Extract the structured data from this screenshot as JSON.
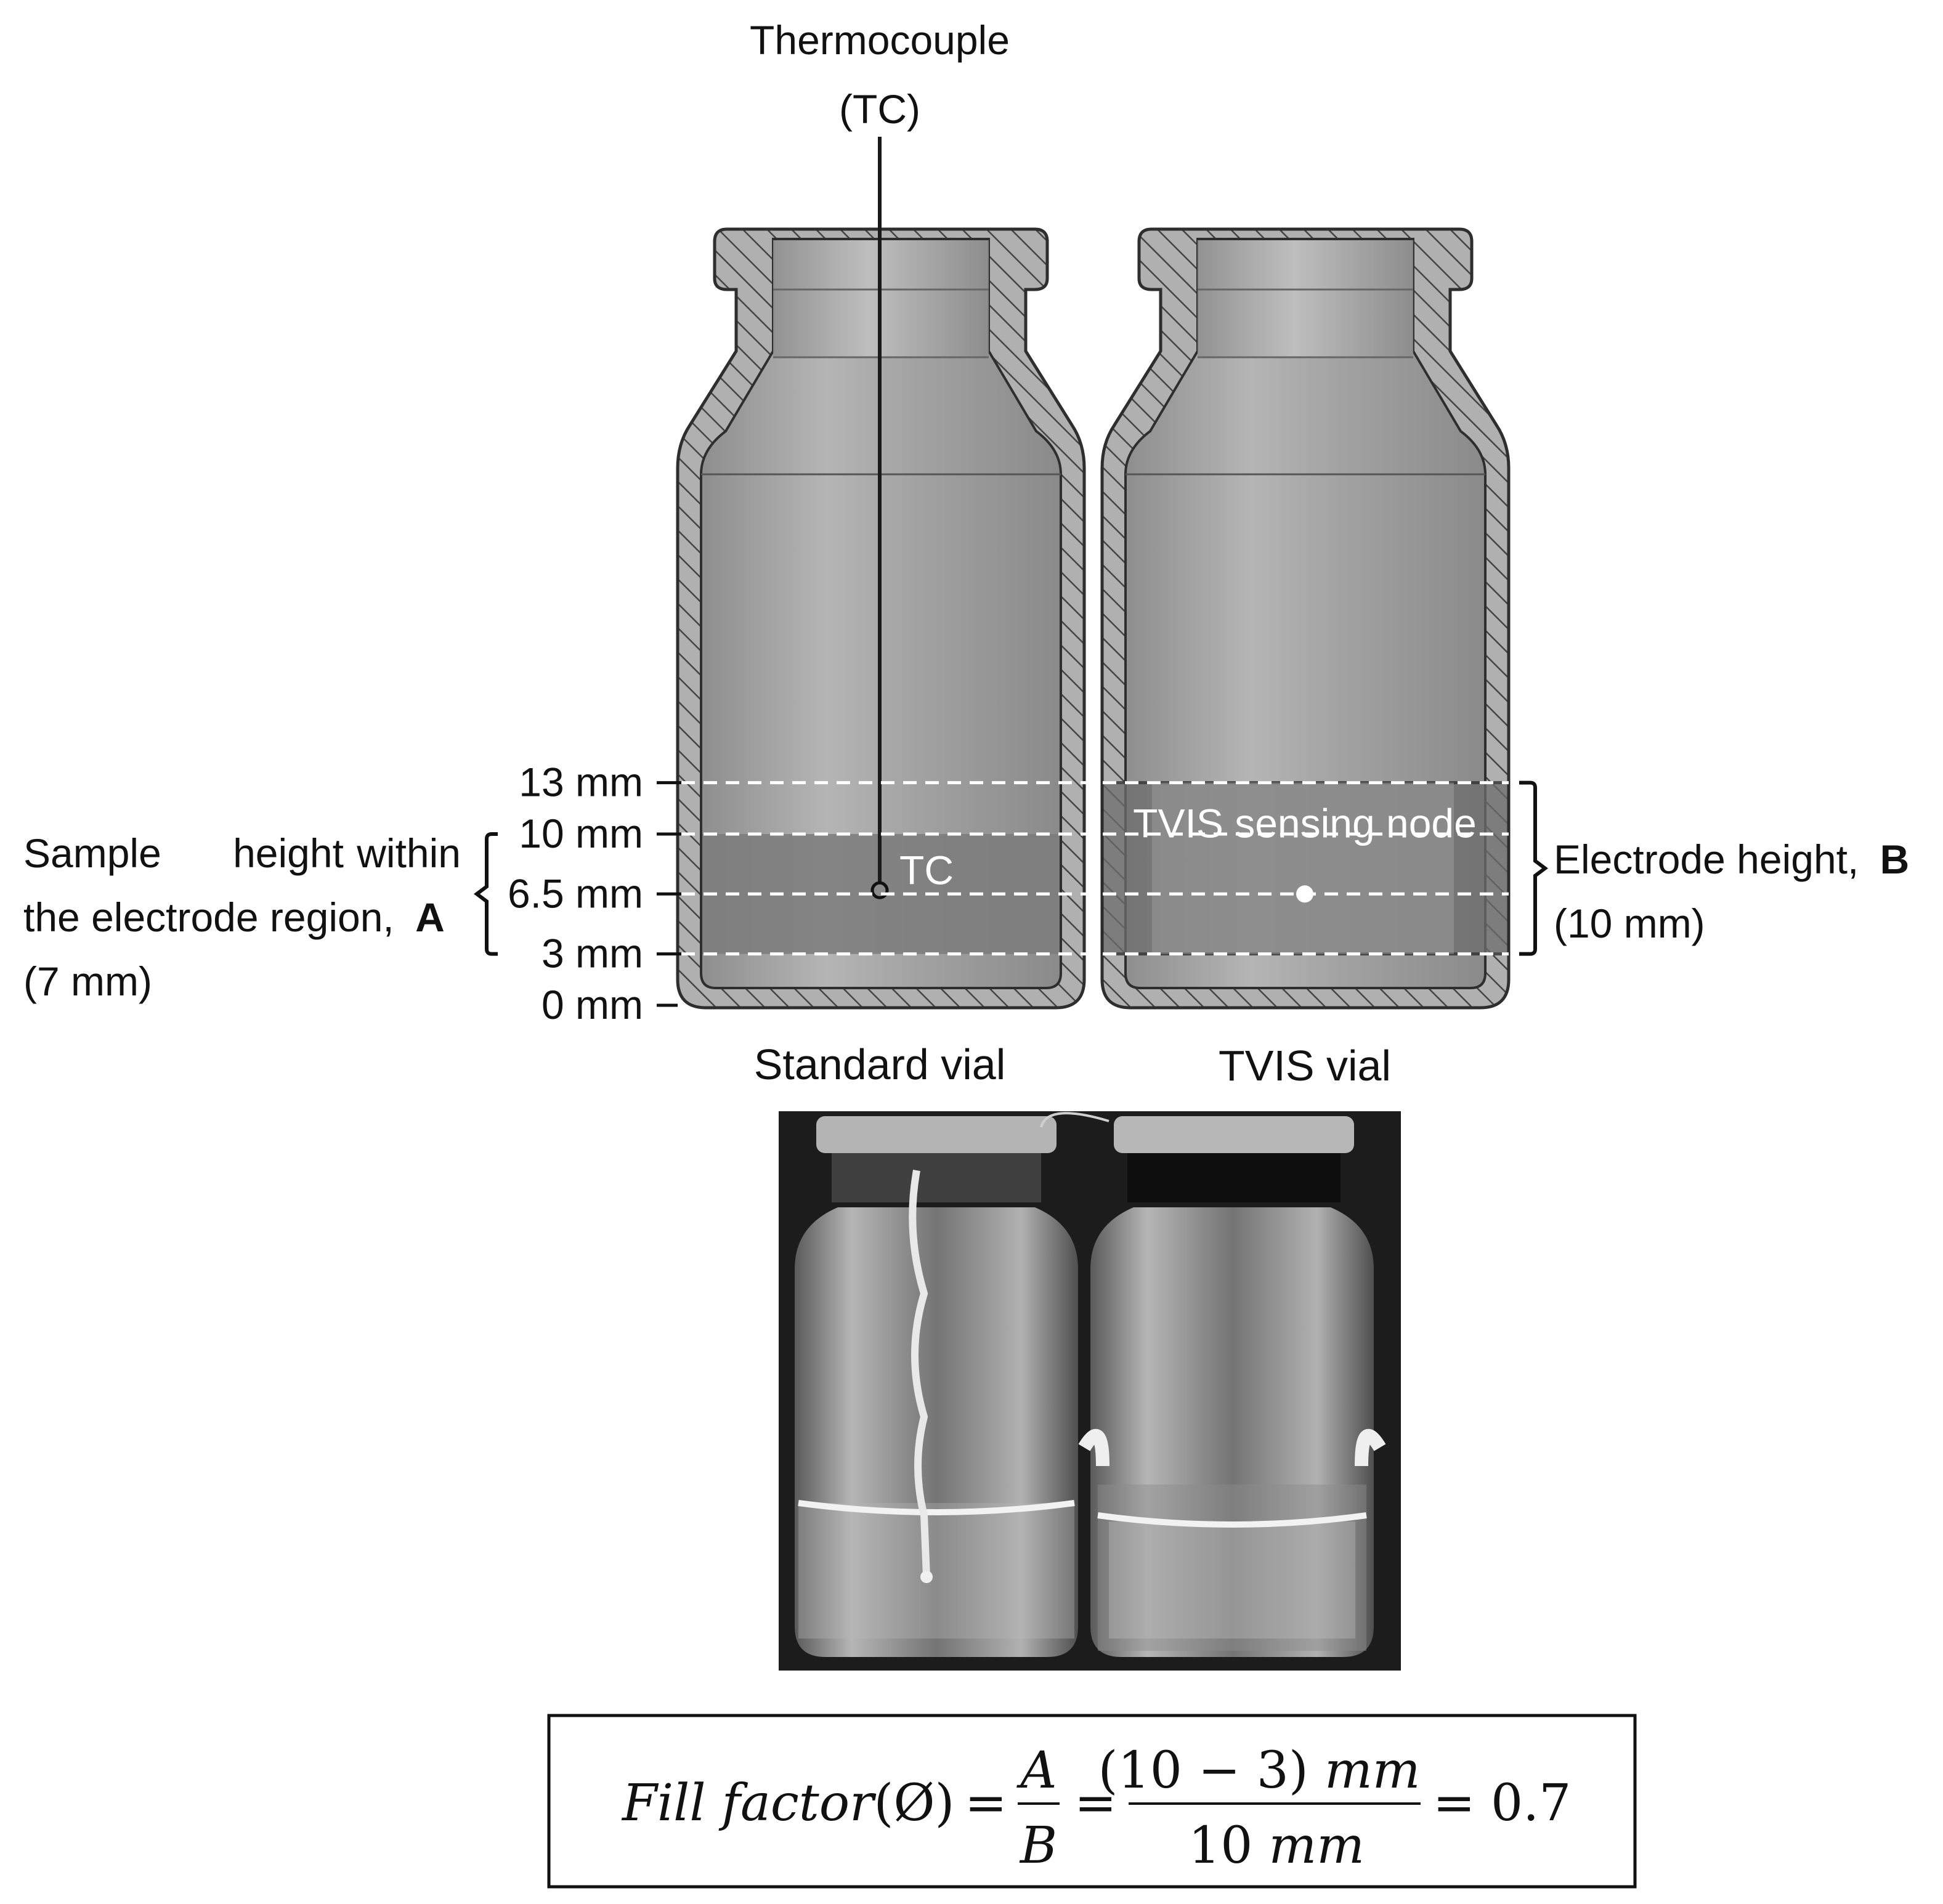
{
  "thermocouple": {
    "line1": "Thermocouple",
    "line2": "(TC)"
  },
  "scale": {
    "ticks": [
      {
        "label": "13 mm",
        "mm": 13,
        "dashed": true
      },
      {
        "label": "10 mm",
        "mm": 10,
        "dashed": true
      },
      {
        "label": "6.5 mm",
        "mm": 6.5,
        "dashed": true
      },
      {
        "label": "3 mm",
        "mm": 3,
        "dashed": true
      },
      {
        "label": "0 mm",
        "mm": 0,
        "dashed": false
      }
    ]
  },
  "sample_height": {
    "line1_words": [
      "Sample",
      "height",
      "within"
    ],
    "line2": "the electrode region,",
    "line2_bold": "A",
    "line3": "(7 mm)",
    "from_mm": 3,
    "to_mm": 10
  },
  "electrode_height": {
    "line1": "Electrode height,",
    "line1_bold": "B",
    "line2": "(10 mm)",
    "from_mm": 3,
    "to_mm": 13
  },
  "tc_label": "TC",
  "sensing_node_label": "TVIS sensing node",
  "captions": {
    "standard": "Standard vial",
    "tvis": "TVIS vial"
  },
  "equation": {
    "lhs": "Fill factor",
    "symbol": "(Ø)",
    "eq1": "=",
    "frac1_num": "A",
    "frac1_den": "B",
    "eq2": "=",
    "frac2_num_a": "(10 − 3)",
    "frac2_num_b": "mm",
    "frac2_den_a": "10",
    "frac2_den_b": "mm",
    "eq3": "=",
    "result": "0.7"
  },
  "colors": {
    "vial_body": "#9d9d9d",
    "vial_highlight": "#b8b8b8",
    "vial_outline": "#2e2e2e",
    "sample": "#7b7b7b",
    "photo_bg": "#1c1c1c",
    "dash": "#ffffff"
  }
}
